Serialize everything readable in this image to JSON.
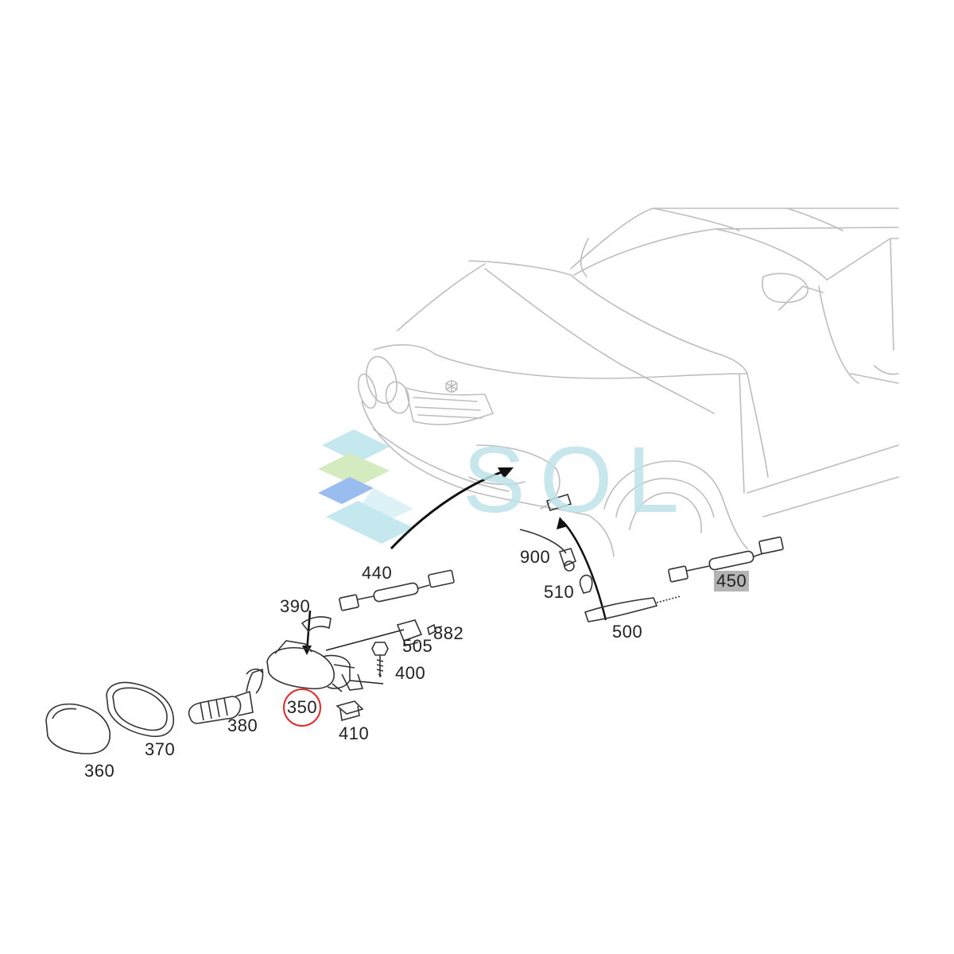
{
  "watermark": {
    "text": "SOL",
    "icon": "sol-logo-icon",
    "colors": {
      "cyan": "#a8dce6",
      "green": "#c8e6b0",
      "blue": "#7aa8e8"
    }
  },
  "parts": {
    "p350": "350",
    "p360": "360",
    "p370": "370",
    "p380": "380",
    "p390": "390",
    "p400": "400",
    "p410": "410",
    "p440": "440",
    "p450": "450",
    "p500": "500",
    "p505": "505",
    "p510": "510",
    "p882": "882",
    "p900": "900"
  },
  "highlight": {
    "circled_part": "350",
    "shaded_part": "450",
    "circle_color": "#e02b2b",
    "shade_color": "#b4b4b4"
  }
}
